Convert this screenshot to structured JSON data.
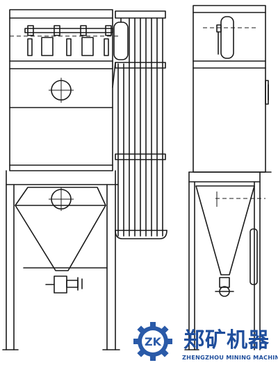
{
  "logo": {
    "mark_text": "ZK",
    "name_cn": "郑矿机器",
    "name_en": "ZHENGZHOU MINING MACHINERY",
    "brand_color": "#1f4e9c",
    "gear_color": "#2a5aa8"
  },
  "colors": {
    "line": "#1a1a1a",
    "background": "#ffffff"
  }
}
